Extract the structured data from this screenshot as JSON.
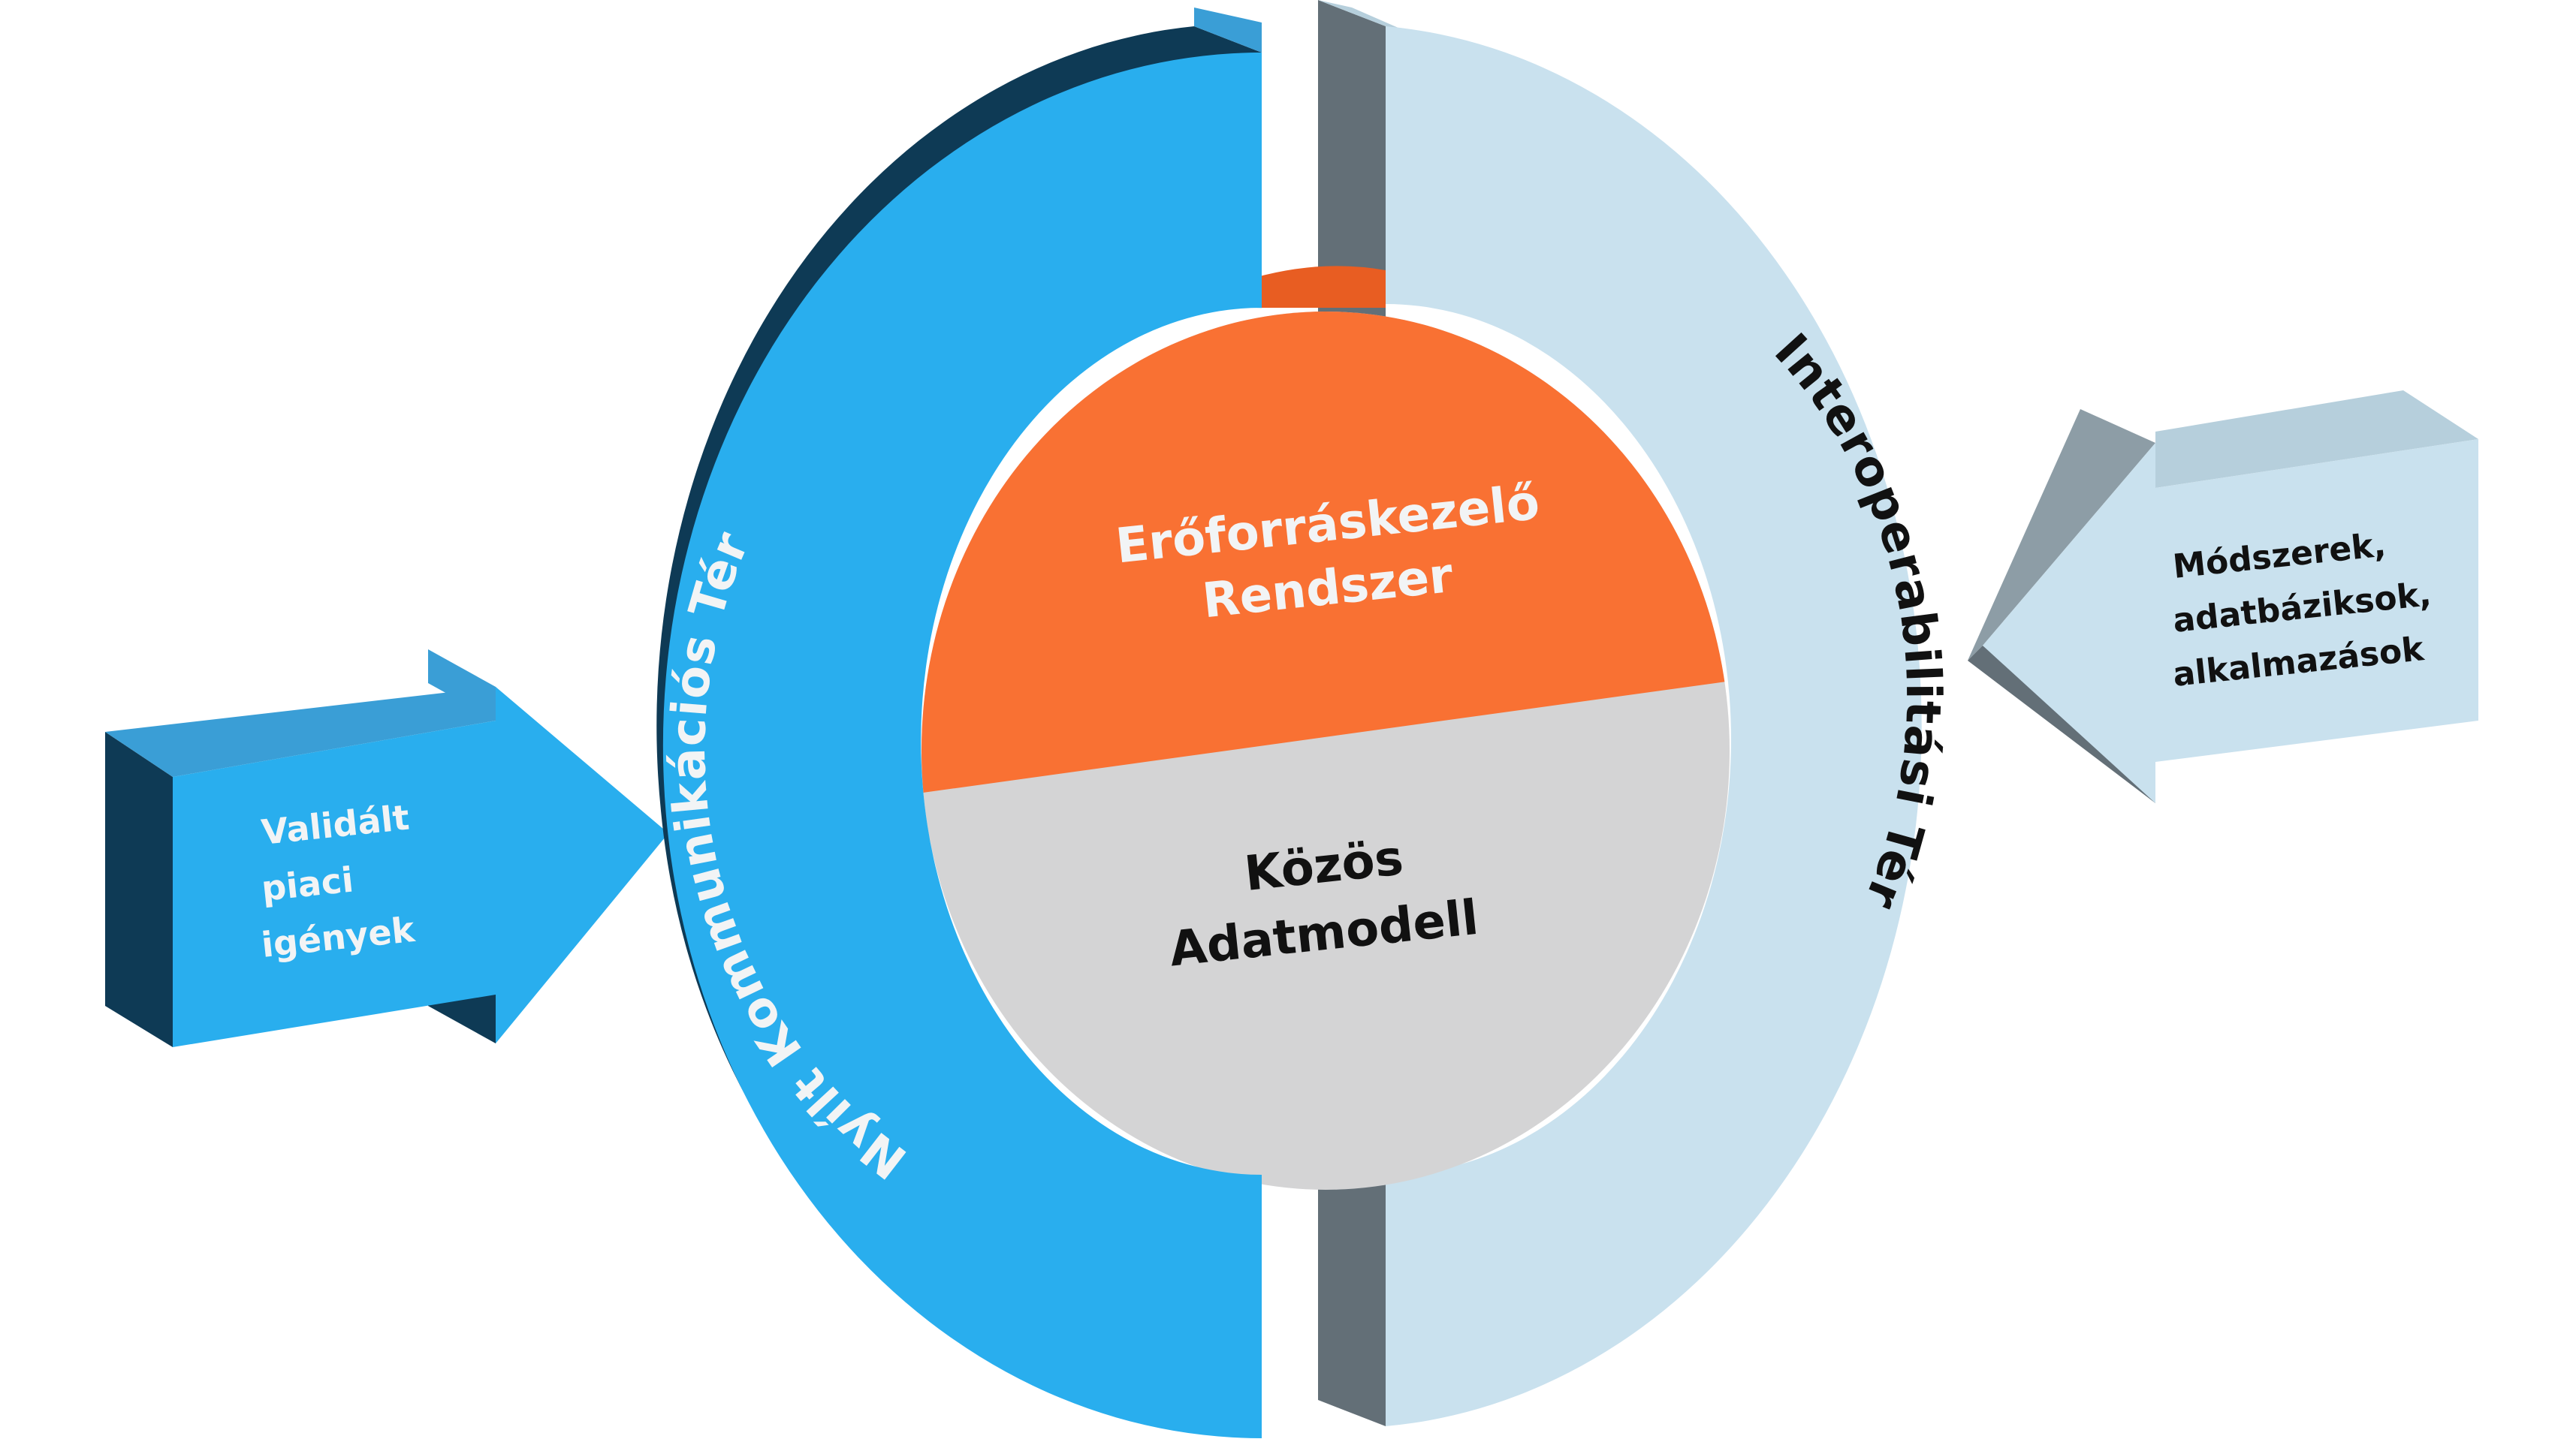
{
  "colors": {
    "blue_face": "#29aeee",
    "blue_dark_side": "#0e3a55",
    "blue_top": "#3a9ed6",
    "orange": "#f97133",
    "orange_top": "#e85d22",
    "grey_disc": "#d4d4d5",
    "lightblue_face": "#c9e1ee",
    "lightblue_side": "#636f77",
    "lightblue_top": "#b6cfdc",
    "arrow_right_side": "#8d9da6",
    "text_white": "#f2f4f5",
    "text_dark": "#111111"
  },
  "labels": {
    "left_arc": "Nyílt Kommunikációs Tér",
    "right_arc": "Interoperabilitási Tér",
    "top_half_line1": "Erőforráskezelő",
    "top_half_line2": "Rendszer",
    "bottom_half_line1": "Közös",
    "bottom_half_line2": "Adatmodell",
    "left_arrow_line1": "Validált",
    "left_arrow_line2": "piaci",
    "left_arrow_line3": "igények",
    "right_arrow_line1": "Módszerek,",
    "right_arrow_line2": "adatbáziksok,",
    "right_arrow_line3": "alkalmazások"
  }
}
